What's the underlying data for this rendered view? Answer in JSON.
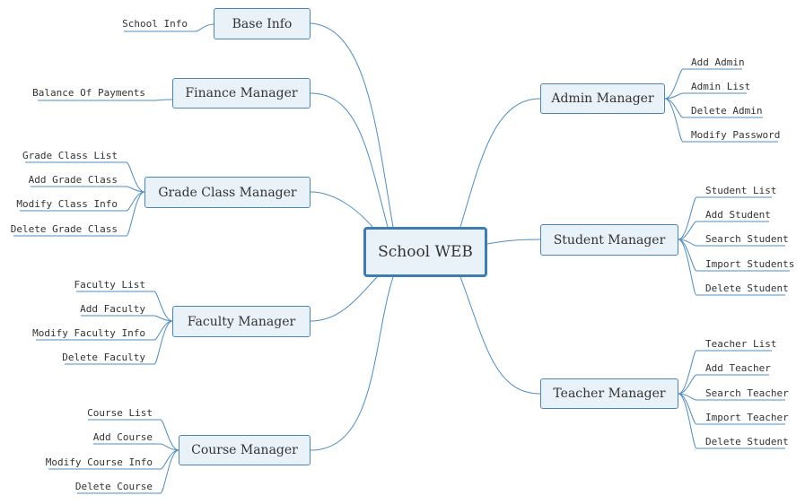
{
  "colors": {
    "line": "#4f8cc0",
    "node_fill": "#eaf2f9",
    "node_border": "#4a86b8",
    "text": "#333333"
  },
  "root": {
    "label": "School WEB"
  },
  "branches": {
    "base_info": {
      "label": "Base Info",
      "leaves": [
        "School Info"
      ]
    },
    "finance": {
      "label": "Finance Manager",
      "leaves": [
        "Balance Of Payments"
      ]
    },
    "grade_class": {
      "label": "Grade Class Manager",
      "leaves": [
        "Grade Class List",
        "Add Grade Class",
        "Modify Class Info",
        "Delete Grade Class"
      ]
    },
    "faculty": {
      "label": "Faculty Manager",
      "leaves": [
        "Faculty List",
        "Add Faculty",
        "Modify Faculty Info",
        "Delete Faculty"
      ]
    },
    "course": {
      "label": "Course Manager",
      "leaves": [
        "Course List",
        "Add Course",
        "Modify Course Info",
        "Delete Course"
      ]
    },
    "admin": {
      "label": "Admin Manager",
      "leaves": [
        "Add Admin",
        "Admin List",
        "Delete Admin",
        "Modify Password"
      ]
    },
    "student": {
      "label": "Student Manager",
      "leaves": [
        "Student List",
        "Add Student",
        "Search Student",
        "Import Students",
        "Delete Student"
      ]
    },
    "teacher": {
      "label": "Teacher Manager",
      "leaves": [
        "Teacher List",
        "Add Teacher",
        "Search Teacher",
        "Import Teacher",
        "Delete Student"
      ]
    }
  }
}
